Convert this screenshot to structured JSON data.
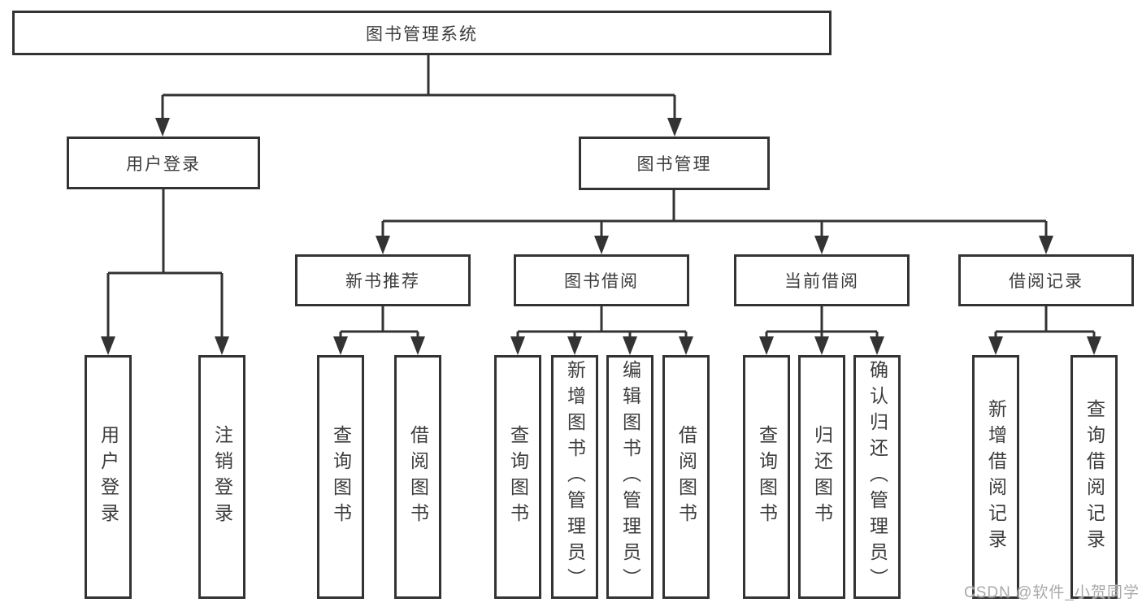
{
  "diagram_title": "图书管理系统",
  "nodes": {
    "root": "图书管理系统",
    "user_login": "用户登录",
    "book_mgmt": "图书管理",
    "new_books": "新书推荐",
    "book_borrow": "图书借阅",
    "current_borrow": "当前借阅",
    "borrow_records": "借阅记录",
    "leaf_user_login": "用户登录",
    "leaf_logout": "注销登录",
    "leaf_nb_query": "查询图书",
    "leaf_nb_borrow": "借阅图书",
    "leaf_bb_query": "查询图书",
    "leaf_bb_add": "新增图书（管理员）",
    "leaf_bb_edit": "编辑图书（管理员）",
    "leaf_bb_borrow": "借阅图书",
    "leaf_cb_query": "查询图书",
    "leaf_cb_return": "归还图书",
    "leaf_cb_confirm": "确认归还（管理员）",
    "leaf_br_add": "新增借阅记录",
    "leaf_br_query": "查询借阅记录"
  },
  "watermark": "CSDN @软件_小贺同学",
  "colors": {
    "line": "#333333",
    "text": "#3c3c3c",
    "background": "#ffffff",
    "watermark": "#a9a9a9"
  }
}
